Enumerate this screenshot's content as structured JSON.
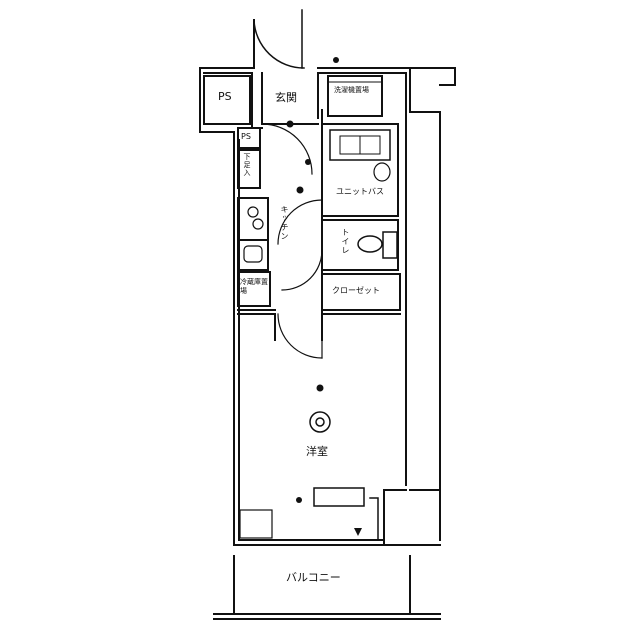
{
  "floor_plan": {
    "rooms": {
      "genkan": "玄関",
      "ps_top": "PS",
      "ps_small": "PS",
      "shoe_storage": "下足入",
      "washer_space": "洗濯機置場",
      "fridge_space": "冷蔵庫置場",
      "kitchen": "キッチン",
      "unit_bath": "ユニットバス",
      "toilet": "トイレ",
      "closet": "クローゼット",
      "western_room": "洋室",
      "balcony": "バルコニー"
    }
  }
}
